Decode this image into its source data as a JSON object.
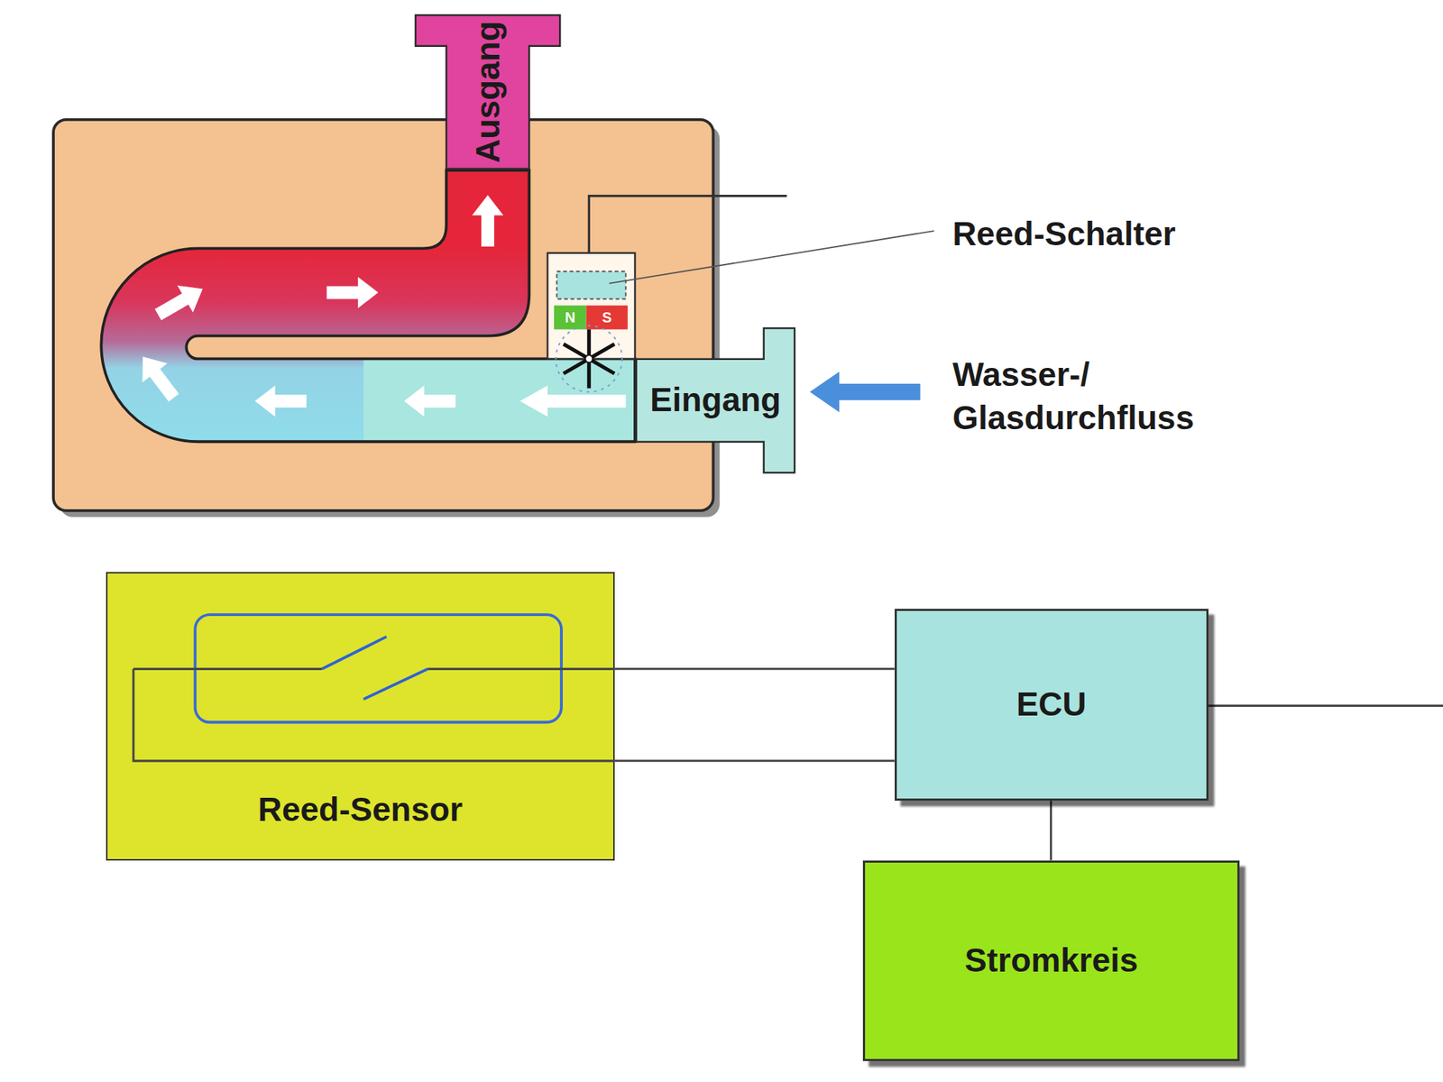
{
  "diagram": {
    "nodes": [
      {
        "text": [
          "Ausgang"
        ]
      },
      {
        "text": [
          "Eingang"
        ]
      },
      {
        "text": [
          "Reed-Sensor"
        ]
      },
      {
        "text": [
          "ECU"
        ]
      },
      {
        "text": [
          "Stromkreis"
        ]
      }
    ],
    "edges": [
      {
        "from": 2,
        "to": 3,
        "arrow": "none"
      },
      {
        "from": 2,
        "to": 3,
        "arrow": "none"
      },
      {
        "from": 3,
        "to": 4,
        "arrow": "none"
      }
    ],
    "labels": [
      "Reed-Schalter",
      "Wasser-/ Glasdurchfluss",
      "N",
      "S"
    ]
  }
}
